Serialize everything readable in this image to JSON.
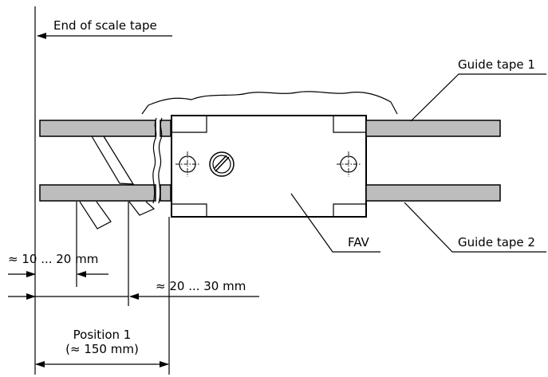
{
  "labels": {
    "end_of_scale_tape": "End of scale tape",
    "guide_tape_1": "Guide tape 1",
    "guide_tape_2": "Guide tape 2",
    "fav": "FAV",
    "dim_10_20": "≈ 10 ... 20 mm",
    "dim_20_30": "≈ 20 ... 30 mm",
    "position_1": "Position 1",
    "position_1_value": "(≈ 150 mm)"
  }
}
